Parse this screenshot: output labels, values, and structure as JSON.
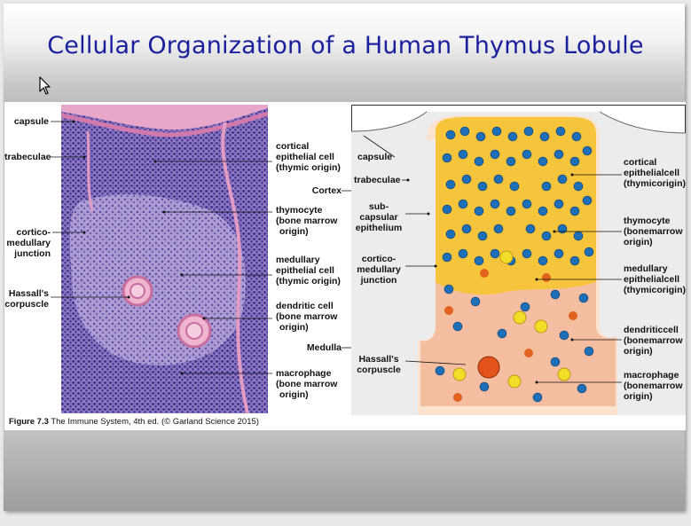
{
  "slide": {
    "title": "Cellular Organization of a Human Thymus Lobule"
  },
  "figure": {
    "caption_bold": "Figure 7.3",
    "caption_rest": " The Immune System, 4th ed. (© Garland Science 2015)",
    "left_labels": {
      "capsule": "capsule",
      "trabeculae": "trabeculae",
      "cortico_medullary_1": "cortico-",
      "cortico_medullary_2": "medullary",
      "cortico_medullary_3": "junction",
      "hassalls_1": "Hassall's",
      "hassalls_2": "corpuscle"
    },
    "middle_labels": {
      "cortical_1": "cortical",
      "cortical_2": "epithelial cell",
      "cortical_3": "(thymic origin)",
      "cortex": "Cortex",
      "thymocyte_1": "thymocyte",
      "thymocyte_2": "(bone marrow",
      "thymocyte_3": "origin)",
      "medullary_1": "medullary",
      "medullary_2": "epithelial cell",
      "medullary_3": "(thymic origin)",
      "dendritic_1": "dendritic cell",
      "dendritic_2": "(bone marrow",
      "dendritic_3": "origin)",
      "medulla": "Medulla",
      "macrophage_1": "macrophage",
      "macrophage_2": "(bone marrow",
      "macrophage_3": "origin)"
    },
    "diagram_left_labels": {
      "capsule": "capsule",
      "trabeculae": "trabeculae",
      "subcapsular_1": "sub-",
      "subcapsular_2": "capsular",
      "subcapsular_3": "epithelium",
      "cortico_1": "cortico-",
      "cortico_2": "medullary",
      "cortico_3": "junction",
      "hassalls_1": "Hassall's",
      "hassalls_2": "corpuscle"
    },
    "diagram_right_labels": {
      "cortical_1": "cortical",
      "cortical_2": "epithelialcell",
      "cortical_3": "(thymicorigin)",
      "thymocyte_1": "thymocyte",
      "thymocyte_2": "(bonemarrow",
      "thymocyte_3": "origin)",
      "medullary_1": "medullary",
      "medullary_2": "epithelialcell",
      "medullary_3": "(thymicorigin)",
      "dendritic_1": "dendriticcell",
      "dendritic_2": "(bonemarrow",
      "dendritic_3": "origin)",
      "macrophage_1": "macrophage",
      "macrophage_2": "(bonemarrow",
      "macrophage_3": "origin)"
    }
  }
}
